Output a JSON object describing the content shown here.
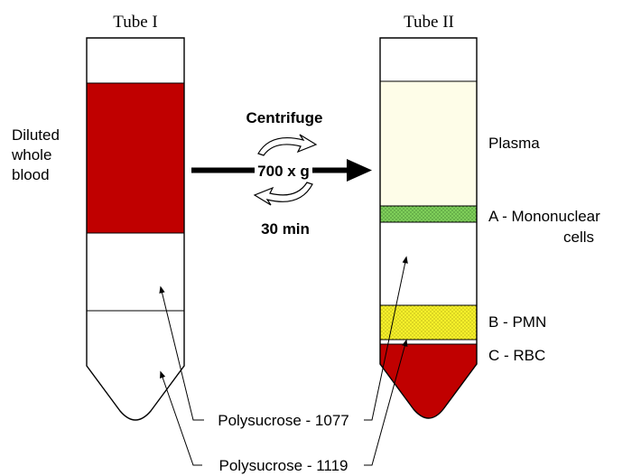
{
  "tube1": {
    "title": "Tube I",
    "sample_label": [
      "Diluted",
      "whole",
      "blood"
    ]
  },
  "tube2": {
    "title": "Tube II"
  },
  "process": {
    "label": "Centrifuge",
    "speed": "700 x g",
    "time": "30 min"
  },
  "layers": {
    "plasma": "Plasma",
    "mononuclear_line1": "A -  Mononuclear",
    "mononuclear_line2": "cells",
    "pmn": "B - PMN",
    "rbc": "C - RBC"
  },
  "media": {
    "p1077": "Polysucrose - 1077",
    "p1119": "Polysucrose - 1119"
  },
  "colors": {
    "blood": "#c00000",
    "plasma": "#fefde8",
    "mononuclear": "#7fcf5a",
    "pmn": "#f5f02a",
    "outline": "#000000"
  }
}
